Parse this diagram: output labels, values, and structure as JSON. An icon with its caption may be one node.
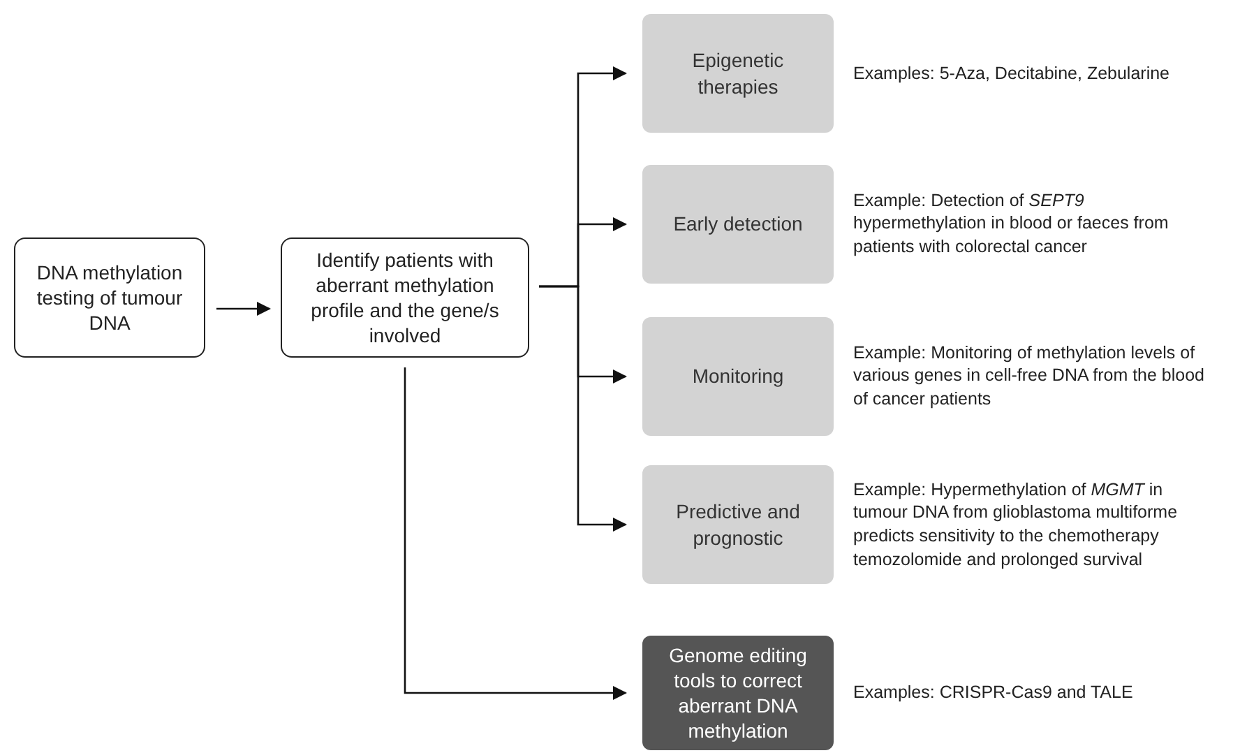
{
  "diagram": {
    "nodes": [
      {
        "text": [
          "DNA methylation testing of tumour DNA"
        ]
      },
      {
        "text": [
          "Identify patients with aberrant methylation profile and the gene/s involved"
        ]
      },
      {
        "text": [
          "Epigenetic therapies"
        ],
        "beside": [
          "Examples: 5-Aza, Decitabine, Zebularine"
        ]
      },
      {
        "text": [
          "Early detection"
        ],
        "beside": [
          "Example: Detection of *SEPT9* hypermethylation in blood or faeces from patients with colorectal cancer"
        ]
      },
      {
        "text": [
          "Monitoring"
        ],
        "beside": [
          "Example: Monitoring of methylation levels of various genes in cell-free DNA from the blood of cancer patients"
        ]
      },
      {
        "text": [
          "Predictive and prognostic"
        ],
        "beside": [
          "Example: Hypermethylation of *MGMT* in tumour DNA from glioblastoma multiforme predicts sensitivity to the chemotherapy temozolomide and prolonged survival"
        ]
      },
      {
        "text": [
          "Genome editing tools to correct aberrant DNA methylation"
        ],
        "beside": [
          "Examples: CRISPR-Cas9 and TALE"
        ]
      }
    ],
    "edges": [
      {
        "from": 0,
        "to": 1,
        "arrow": "to"
      },
      {
        "from": 1,
        "to": 2,
        "arrow": "to"
      },
      {
        "from": 1,
        "to": 3,
        "arrow": "to"
      },
      {
        "from": 1,
        "to": 4,
        "arrow": "to"
      },
      {
        "from": 1,
        "to": 5,
        "arrow": "to"
      },
      {
        "from": 1,
        "to": 6,
        "arrow": "to"
      }
    ]
  }
}
